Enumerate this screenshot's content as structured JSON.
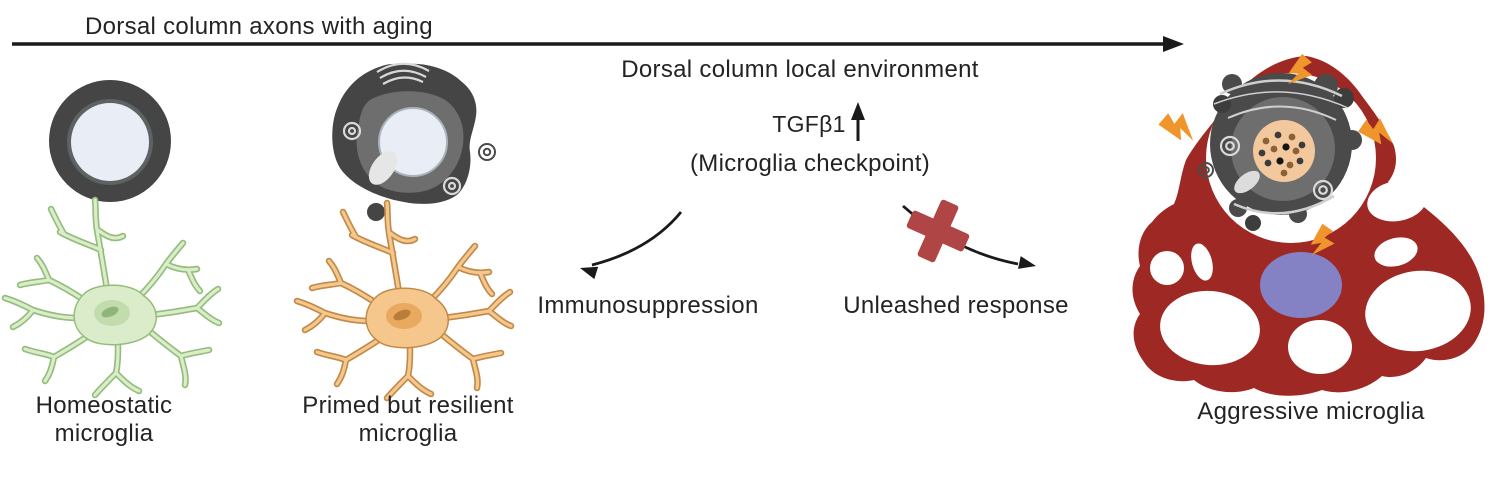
{
  "figure": {
    "aging_axis_label": "Dorsal column axons with aging",
    "environment_title": "Dorsal column local environment",
    "factor_label": "TGFβ1",
    "factor_note": "(Microglia checkpoint)",
    "outcome_left": "Immunosuppression",
    "outcome_right": "Unleashed response"
  },
  "cells": {
    "homeostatic": {
      "line1": "Homeostatic",
      "line2": "microglia"
    },
    "primed": {
      "line1": "Primed but resilient",
      "line2": "microglia"
    },
    "aggressive": {
      "label": "Aggressive microglia"
    }
  },
  "icons": {
    "aging_axis": "right-arrow-icon",
    "tgfb_increase": "up-arrow-icon",
    "immunosuppression_path": "curved-arrow-icon",
    "unleashed_path": "curved-arrow-icon",
    "checkpoint_block": "blocked-cross-icon",
    "damage_signals": "lightning-icon"
  },
  "colors": {
    "text": "#232323",
    "arrow_black": "#1a1a1a",
    "myelin_dark": "#454545",
    "myelin_rim": "#5d6362",
    "axon_lumen": "#e9eef6",
    "homeostatic_fill": "#daecca",
    "homeostatic_stroke": "#94bd7c",
    "homeostatic_nucleus": "#c2dcae",
    "homeostatic_nucleolus": "#8fb579",
    "primed_fill": "#f6c78d",
    "primed_stroke": "#c08a48",
    "primed_nucleus": "#e9a95f",
    "primed_nucleolus": "#b97c3a",
    "aggressive_red": "#9e2823",
    "nucleus_purple": "#8481c4",
    "debris_peach": "#f3c89d",
    "bolt_orange": "#f0952b",
    "block_red": "#b04545",
    "swirl_light": "#d9d9d9",
    "inner_gray": "#6e6e6e"
  }
}
